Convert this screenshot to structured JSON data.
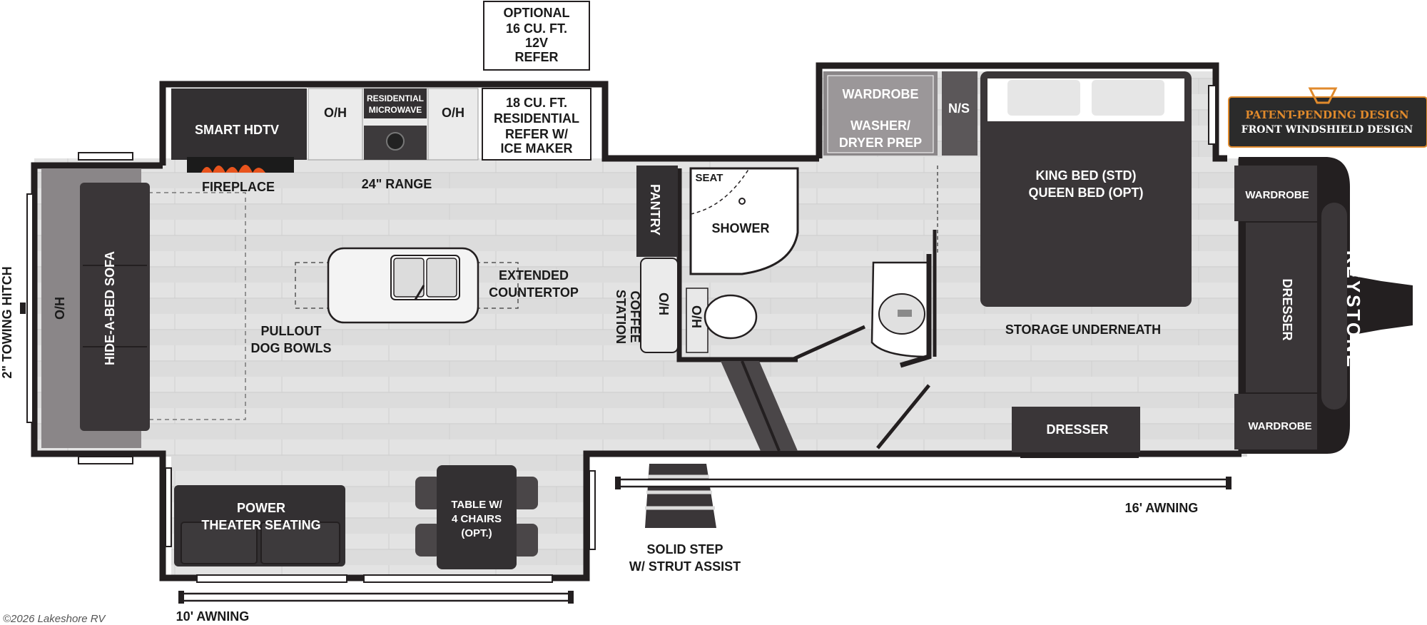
{
  "labels": {
    "optional_refer": [
      "OPTIONAL",
      "16 CU. FT.",
      "12V",
      "REFER"
    ],
    "smart_hdtv": "SMART HDTV",
    "oh_left": "O/H",
    "microwave": [
      "RESIDENTIAL",
      "MICROWAVE"
    ],
    "oh_right": "O/H",
    "res_refer": [
      "18 CU. FT.",
      "RESIDENTIAL",
      "REFER W/",
      "ICE MAKER"
    ],
    "fireplace": "FIREPLACE",
    "range": "24\" RANGE",
    "wardrobe_washer": "WARDROBE",
    "washer_dryer": [
      "WASHER/",
      "DRYER PREP"
    ],
    "ns": "N/S",
    "badge": [
      "PATENT-PENDING DESIGN",
      "FRONT WINDSHIELD DESIGN"
    ],
    "pantry": "PANTRY",
    "seat": "SEAT",
    "shower": "SHOWER",
    "king_bed": [
      "KING BED (STD)",
      "QUEEN BED (OPT)"
    ],
    "wardrobe_top": "WARDROBE",
    "dresser_right": "DRESSER",
    "brand": "KEYSTONE",
    "wardrobe_bottom": "WARDROBE",
    "extended_countertop": [
      "EXTENDED",
      "COUNTERTOP"
    ],
    "coffee_station": [
      "COFFEE",
      "STATION"
    ],
    "oh_coffee": "O/H",
    "oh_toilet": "O/H",
    "storage_underneath": "STORAGE UNDERNEATH",
    "pullout": [
      "PULLOUT",
      "DOG BOWLS"
    ],
    "sofa": "HIDE-A-BED SOFA",
    "oh_sofa": "O/H",
    "towing_hitch": "2\" TOWING HITCH",
    "dresser_bottom": "DRESSER",
    "theater": [
      "POWER",
      "THEATER SEATING"
    ],
    "table": [
      "TABLE W/",
      "4 CHAIRS",
      "(OPT.)"
    ],
    "step": [
      "SOLID STEP",
      "W/ STRUT ASSIST"
    ],
    "awning_16": "16' AWNING",
    "awning_10": "10' AWNING",
    "watermark": "©2026 Lakeshore RV"
  },
  "colors": {
    "wall": "#231f20",
    "floor": "#d9d9d9",
    "floor_light": "#e6e6e6",
    "cabinet_dark": "#333032",
    "cabinet_gray": "#8a8688",
    "badge_bg": "#2b2b2b",
    "badge_accent": "#e08a2c",
    "fire": "#e8541d"
  }
}
